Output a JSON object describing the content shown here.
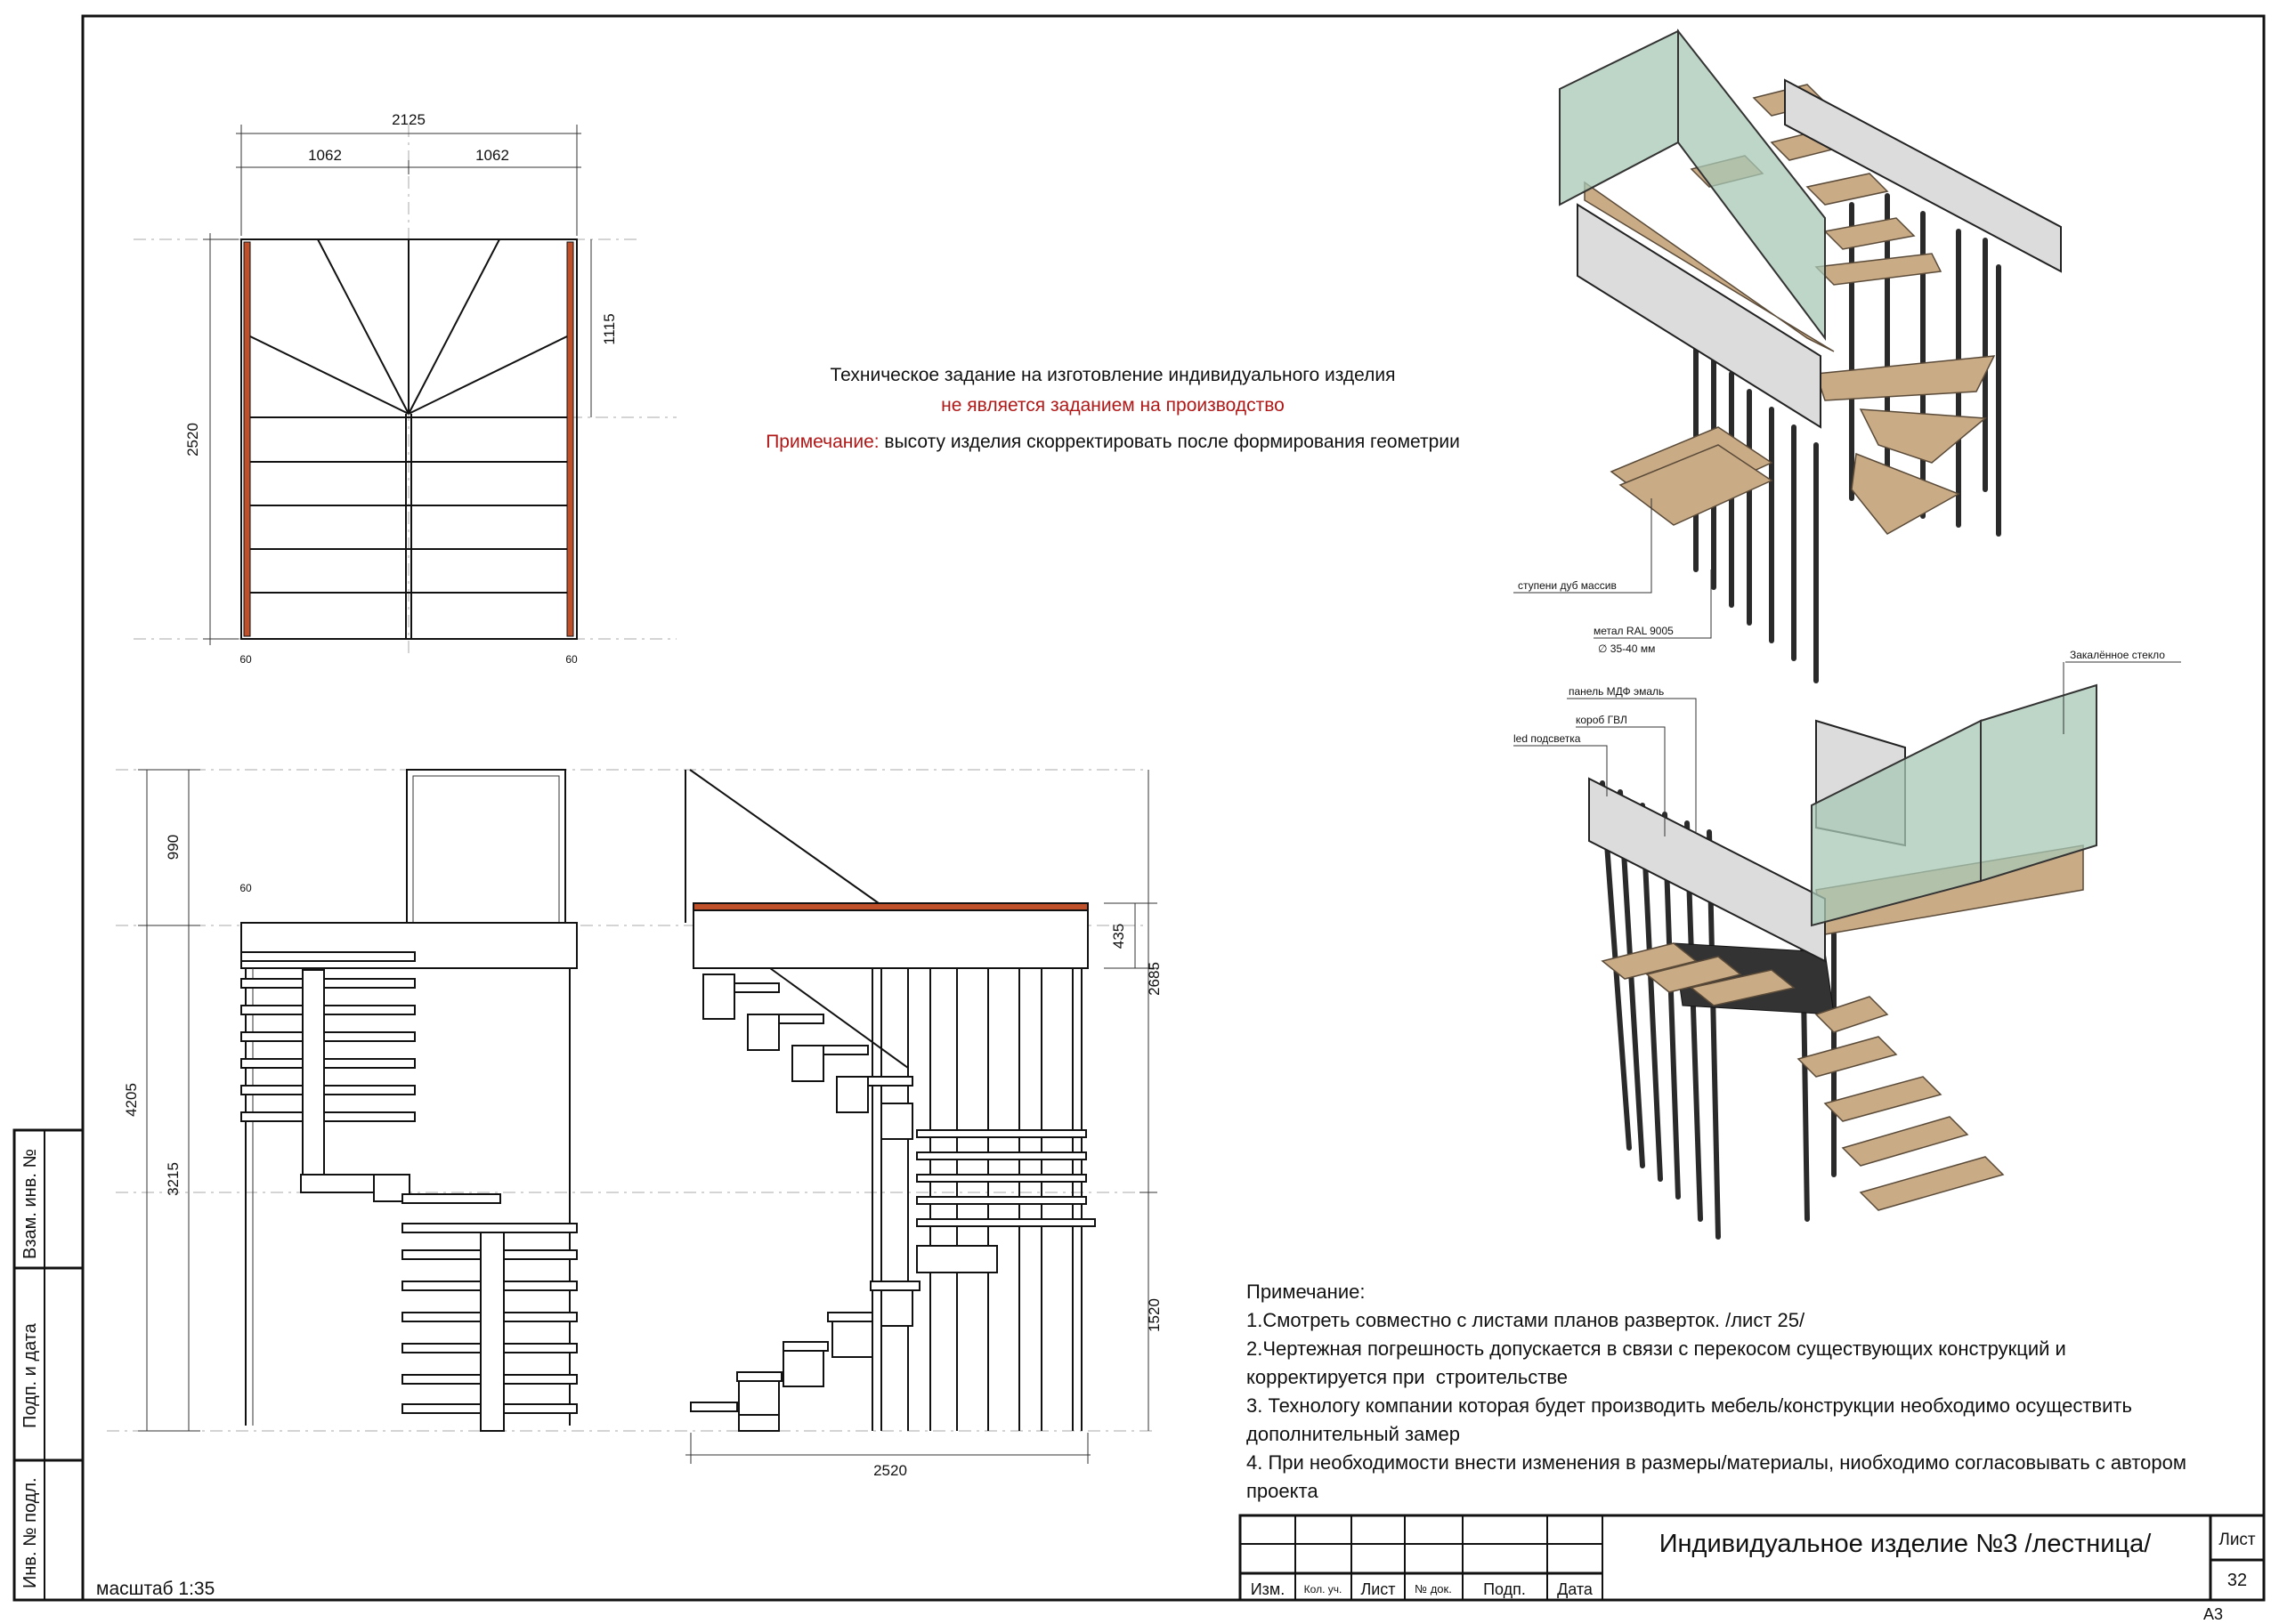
{
  "header_note": {
    "line1": "Техническое задание на изготовление индивидуального изделия",
    "line2": "не является заданием на производство",
    "note_label": "Примечание:",
    "note_text": " высоту изделия скорректировать после формирования геометрии"
  },
  "plan_dimensions": {
    "total_width": "2125",
    "half_left": "1062",
    "half_right": "1062",
    "winder_depth": "1115",
    "total_length": "2520",
    "side_left": "60",
    "side_right": "60"
  },
  "elevation_dimensions": {
    "railing_height": "990",
    "slab_edge": "60",
    "total_height": "4205",
    "lower_height": "3215",
    "slab_thickness": "435",
    "upper_height": "2685",
    "bottom_height": "1520",
    "elevation_width": "2520"
  },
  "callouts": {
    "treads": "ступени дуб массив",
    "metal": "метал RAL 9005",
    "metal_diameter": "∅ 35-40 мм",
    "glass": "Закалённое стекло",
    "mdf_panel": "панель МДФ эмаль",
    "gvl_box": "короб ГВЛ",
    "led": "led подсветка"
  },
  "notes": {
    "title": "Примечание:",
    "items": [
      "1.Смотреть совместно с листами планов разверток. /лист 25/",
      "2.Чертежная погрешность допускается в связи с перекосом существующих конструкций и\nкорректируется при  строительстве",
      "3. Технологу компании которая будет производить мебель/конструкции необходимо осуществить\nдополнительный замер",
      "4. При необходимости внести изменения в размеры/материалы, ниобходимо согласовывать с автором\nпроекта"
    ]
  },
  "title_block": {
    "title": "Индивидуальное изделие №3 /лестница/",
    "sheet_label": "Лист",
    "sheet_number": "32",
    "columns": [
      "Изм.",
      "Кол. уч.",
      "Лист",
      "№ док.",
      "Подп.",
      "Дата"
    ],
    "format": "А3"
  },
  "side_stamp": {
    "replace_inv": "Взам. инв. №",
    "sign_date": "Подп. и дата",
    "inv_original": "Инв. № подл."
  },
  "scale": "масштаб 1:35",
  "colors": {
    "accent_red": "#b01818",
    "wood": "#c9ab86",
    "glass": "#a8c8b6",
    "edge_orange": "#c0502a"
  }
}
